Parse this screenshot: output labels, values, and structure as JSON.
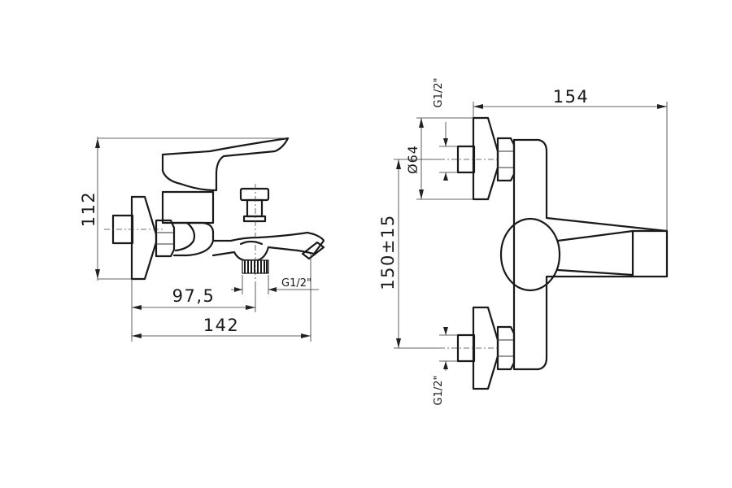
{
  "side_view": {
    "height_label": "112",
    "depth_inner_label": "97,5",
    "depth_total_label": "142",
    "outlet_thread_label": "G1/2\""
  },
  "front_view": {
    "width_label": "154",
    "centers_label": "150±15",
    "flange_diameter_label": "Ø64",
    "inlet_top_thread_label": "G1/2\"",
    "inlet_bottom_thread_label": "G1/2\""
  }
}
